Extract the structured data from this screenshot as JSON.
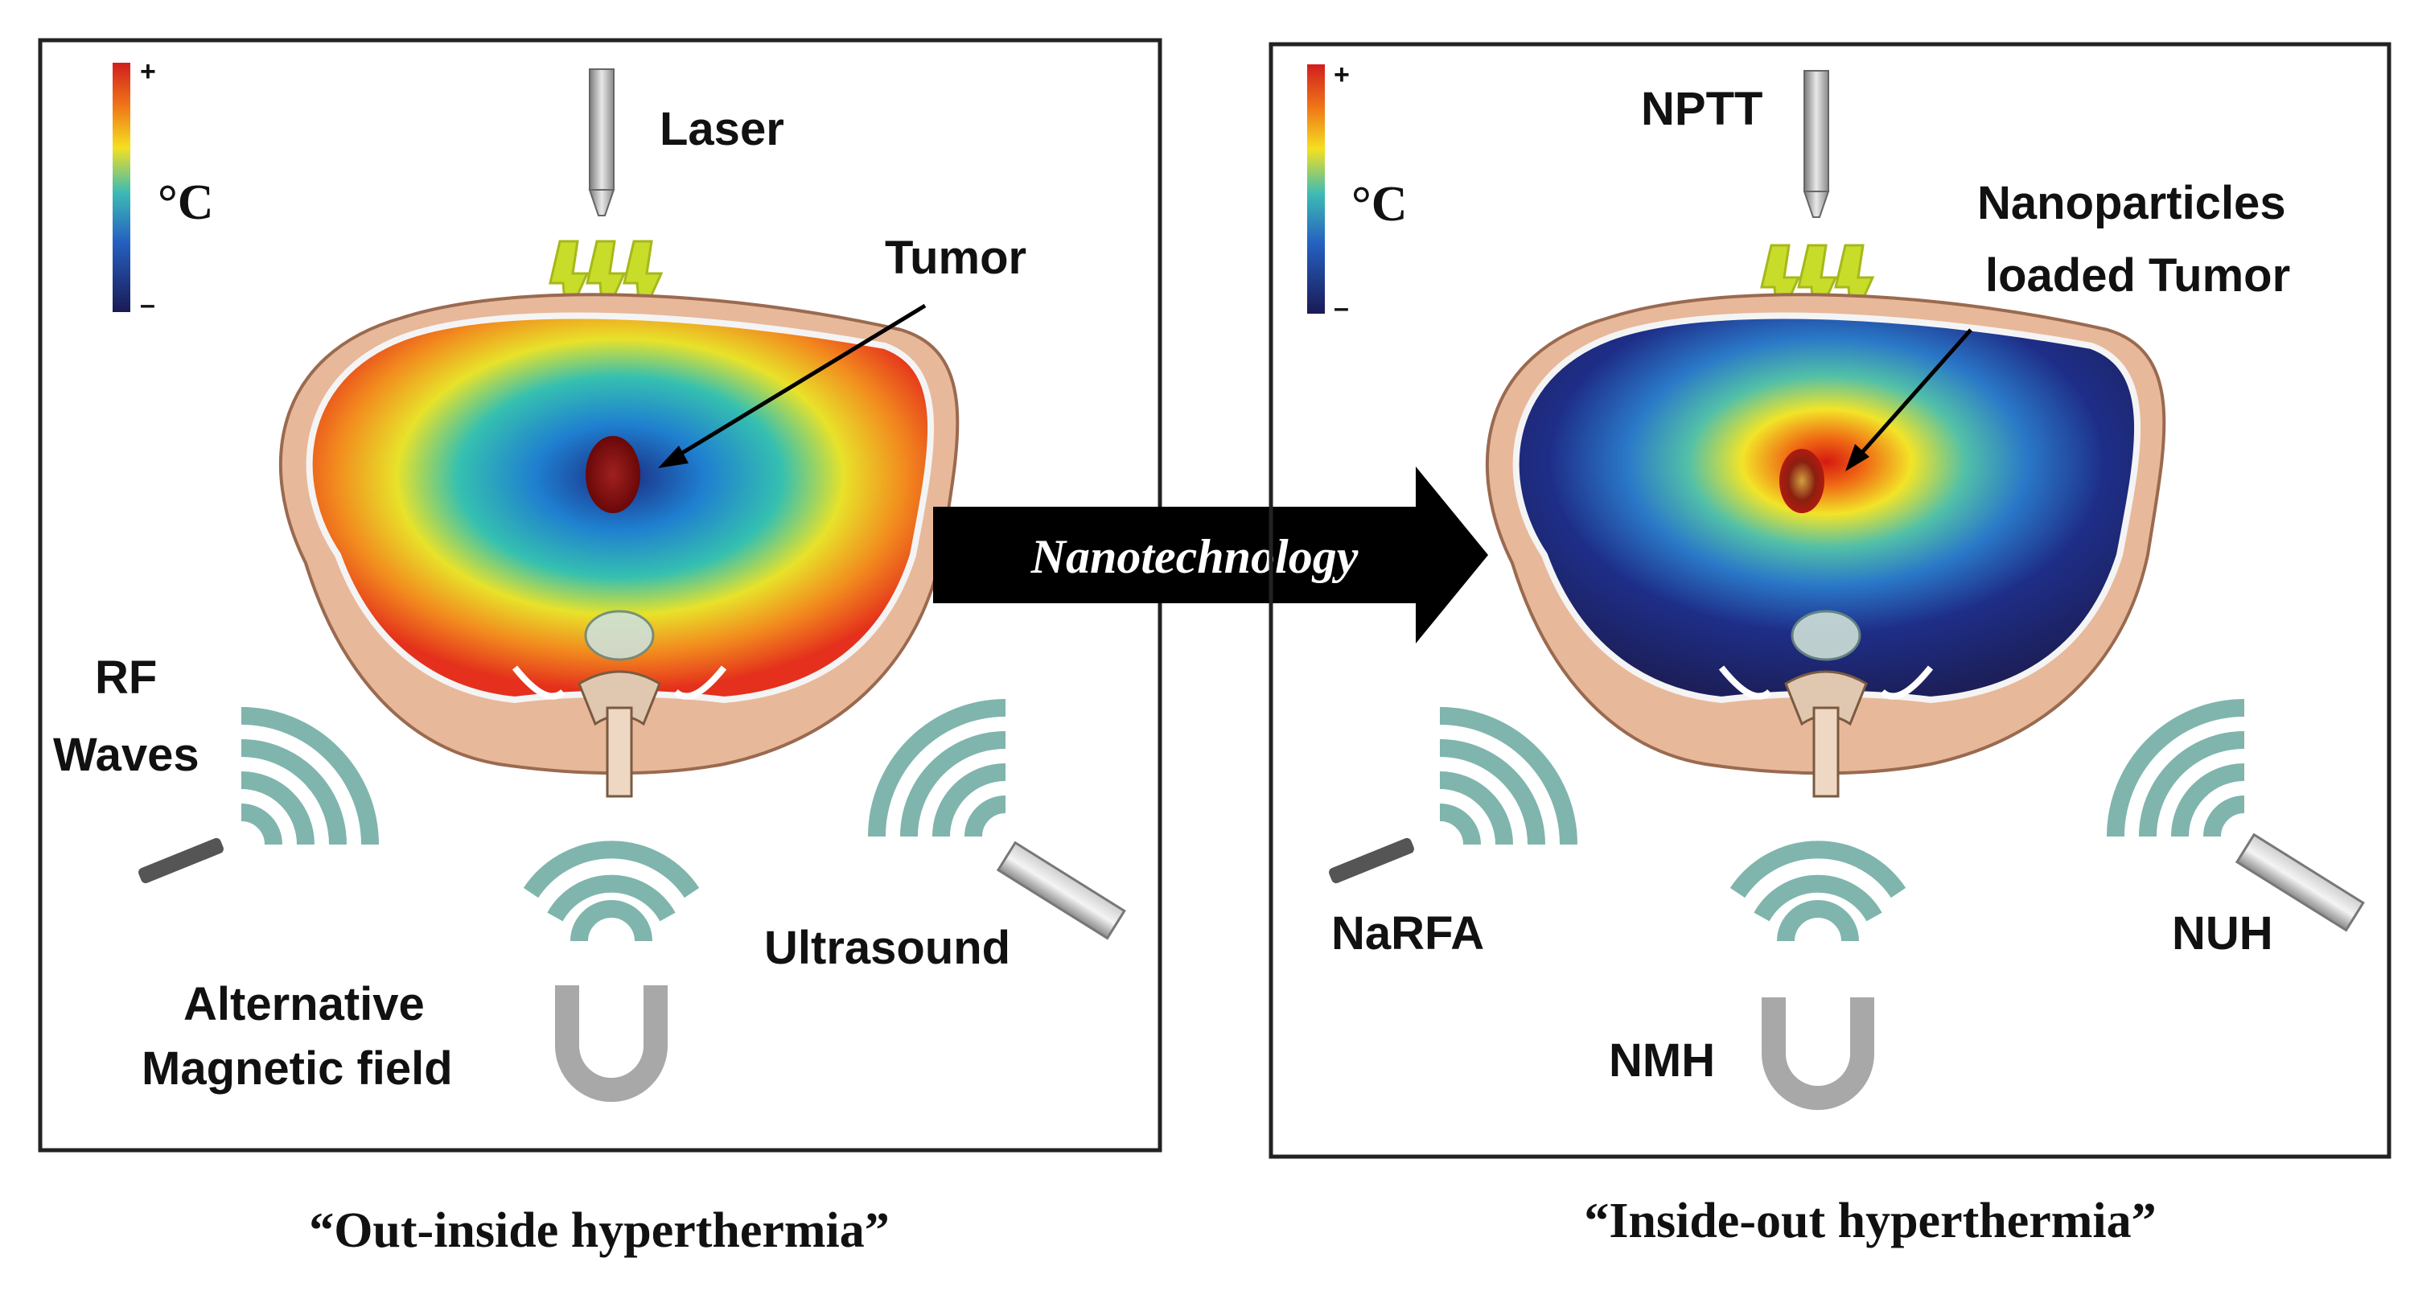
{
  "colors": {
    "frame": "#222222",
    "teal_wave": "#7fb5ad",
    "beam": "#c8dc2a",
    "skin": "#e8b89a",
    "arrow": "#000000",
    "tumor_dark": "#8a1010",
    "device_grey": "#9a9a9a"
  },
  "scale": {
    "plus": "+",
    "minus": "–",
    "unit": "°C"
  },
  "left_panel": {
    "laser": "Laser",
    "tumor": "Tumor",
    "rf_line1": "RF",
    "rf_line2": "Waves",
    "ultrasound": "Ultrasound",
    "magnetic_line1": "Alternative",
    "magnetic_line2": "Magnetic field",
    "caption": "“Out-inside hyperthermia”"
  },
  "right_panel": {
    "nptt": "NPTT",
    "tumor_line1": "Nanoparticles",
    "tumor_line2": "loaded Tumor",
    "narfa": "NaRFA",
    "nmh": "NMH",
    "nuh": "NUH",
    "caption": "“Inside-out hyperthermia”"
  },
  "arrow_label": "Nanotechnology",
  "icons": [
    "laser-probe-icon",
    "light-beam-icon",
    "tumor-icon",
    "rf-antenna-icon",
    "wave-icon",
    "horseshoe-magnet-icon",
    "ultrasound-probe-icon",
    "arrow-right-icon",
    "spine-icon"
  ]
}
